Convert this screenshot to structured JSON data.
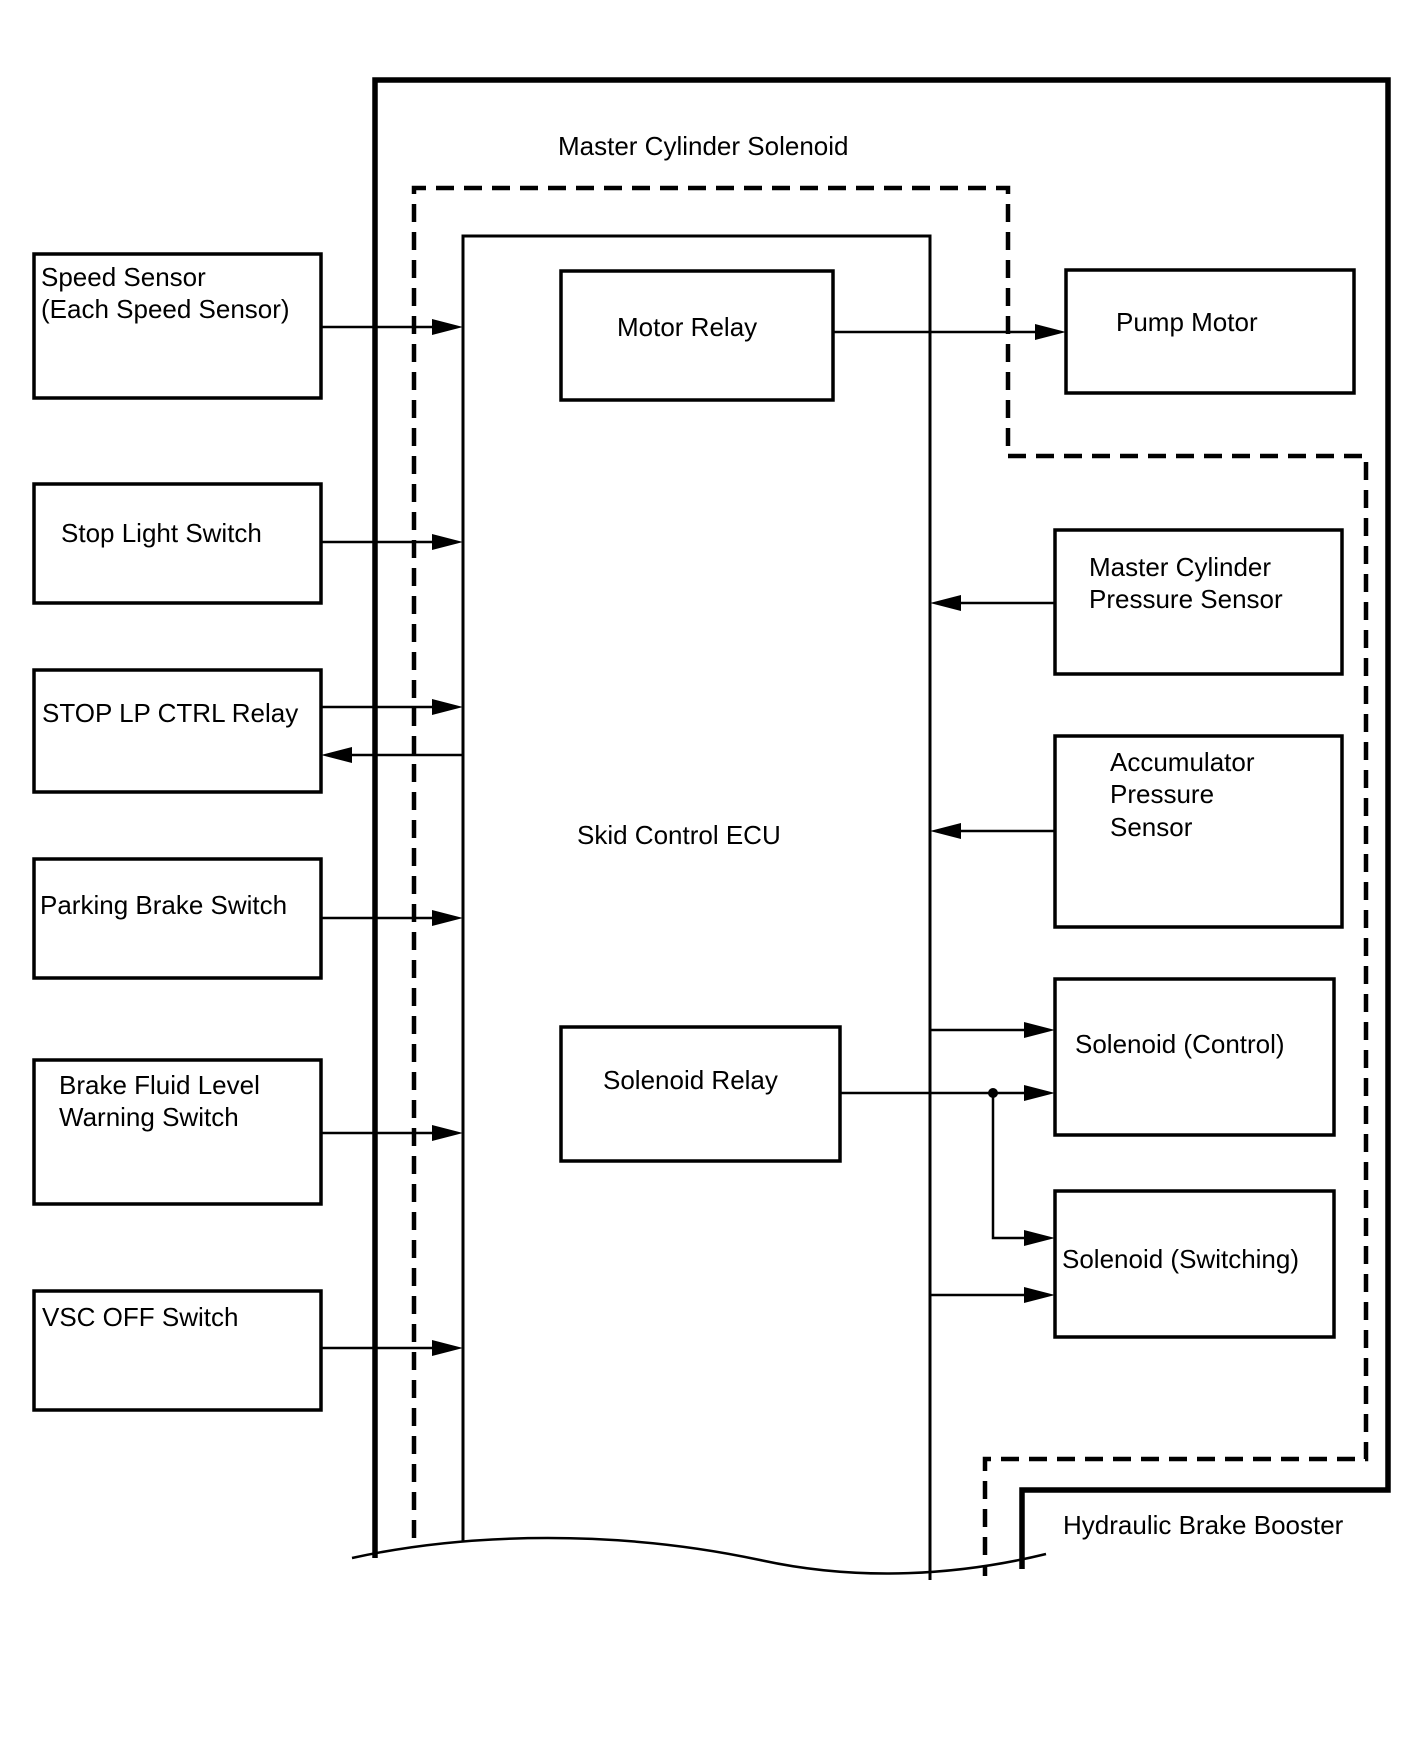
{
  "labels": {
    "master_cylinder_solenoid": "Master Cylinder Solenoid",
    "hydraulic_brake_booster": "Hydraulic Brake Booster",
    "skid_control_ecu": "Skid Control ECU"
  },
  "inputs": {
    "speed_sensor": [
      "Speed Sensor",
      "(Each Speed Sensor)"
    ],
    "stop_light_switch": [
      "Stop Light Switch"
    ],
    "stop_lp_ctrl_relay": [
      "STOP LP CTRL Relay"
    ],
    "parking_brake_switch": [
      "Parking Brake Switch"
    ],
    "brake_fluid_level_warning_switch": [
      "Brake Fluid Level",
      "Warning Switch"
    ],
    "vsc_off_switch": [
      "VSC OFF Switch"
    ]
  },
  "ecu_components": {
    "motor_relay": [
      "Motor Relay"
    ],
    "solenoid_relay": [
      "Solenoid Relay"
    ]
  },
  "outputs": {
    "pump_motor": [
      "Pump Motor"
    ],
    "master_cylinder_pressure_sensor": [
      "Master Cylinder",
      "Pressure Sensor"
    ],
    "accumulator_pressure_sensor": [
      "Accumulator",
      "Pressure",
      "Sensor"
    ],
    "solenoid_control": [
      "Solenoid (Control)"
    ],
    "solenoid_switching": [
      "Solenoid (Switching)"
    ]
  }
}
